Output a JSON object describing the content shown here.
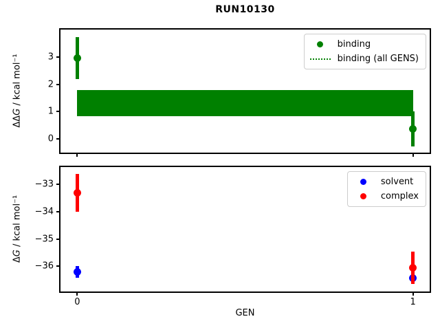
{
  "title": "RUN10130",
  "chart_data": [
    {
      "type": "scatter",
      "subplot": "top",
      "ylabel_delta": "ΔΔ",
      "ylabel_g": "G",
      "ylabel_rest": " / kcal mol⁻¹",
      "xlabel": "",
      "xlim": [
        -0.05,
        1.05
      ],
      "ylim": [
        -0.5,
        4.0
      ],
      "xticks": [
        0,
        1
      ],
      "xtick_labels": [
        "",
        ""
      ],
      "yticks": [
        0,
        1,
        2,
        3
      ],
      "ytick_labels": [
        "0",
        "1",
        "2",
        "3"
      ],
      "grid": false,
      "legend_position": "upper right",
      "series": [
        {
          "name": "binding",
          "color": "#008000",
          "marker": "circle",
          "points": [
            {
              "x": 0,
              "y": 2.95,
              "yerr": 0.77
            },
            {
              "x": 1,
              "y": 0.37,
              "yerr": 0.65
            }
          ]
        }
      ],
      "band": {
        "name": "binding (all GENS)",
        "color": "#008000",
        "x": [
          0,
          1
        ],
        "y_low": 0.84,
        "y_high": 1.78
      },
      "legend": [
        {
          "label": "binding",
          "marker": "dot",
          "color": "#008000"
        },
        {
          "label": "binding (all GENS)",
          "marker": "dotted-line",
          "color": "#008000"
        }
      ]
    },
    {
      "type": "scatter",
      "subplot": "bottom",
      "ylabel_delta": "Δ",
      "ylabel_g": "G",
      "ylabel_rest": " / kcal mol⁻¹",
      "xlabel": "GEN",
      "xlim": [
        -0.05,
        1.05
      ],
      "ylim": [
        -36.92,
        -32.36
      ],
      "xticks": [
        0,
        1
      ],
      "xtick_labels": [
        "0",
        "1"
      ],
      "yticks": [
        -33,
        -34,
        -35,
        -36
      ],
      "ytick_labels": [
        "−33",
        "−34",
        "−35",
        "−36"
      ],
      "grid": false,
      "legend_position": "upper right",
      "series": [
        {
          "name": "solvent",
          "color": "#0000ff",
          "marker": "circle",
          "points": [
            {
              "x": 0,
              "y": -36.2,
              "yerr": 0.22
            },
            {
              "x": 1,
              "y": -36.42,
              "yerr": 0.2
            }
          ]
        },
        {
          "name": "complex",
          "color": "#ff0000",
          "marker": "circle",
          "points": [
            {
              "x": 0,
              "y": -33.3,
              "yerr": 0.7
            },
            {
              "x": 1,
              "y": -36.05,
              "yerr": 0.6
            }
          ]
        }
      ],
      "legend": [
        {
          "label": "solvent",
          "marker": "dot",
          "color": "#0000ff"
        },
        {
          "label": "complex",
          "marker": "dot",
          "color": "#ff0000"
        }
      ]
    }
  ]
}
